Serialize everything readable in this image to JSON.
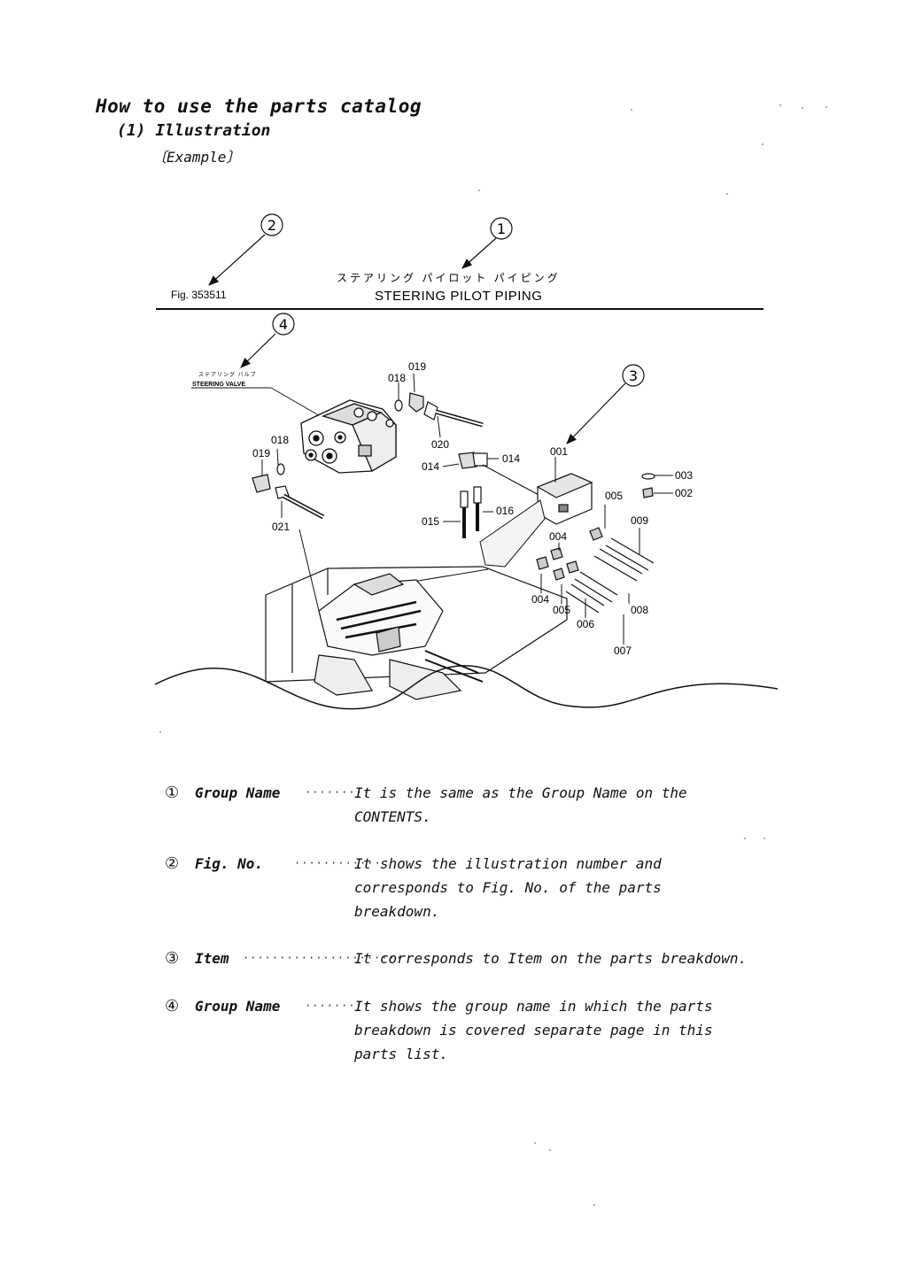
{
  "header": {
    "title": "How to use the parts catalog",
    "subtitle": "(1) Illustration",
    "example": "〔Example〕"
  },
  "figure": {
    "fig_no": "Fig. 353511",
    "group_name_ja": "ステアリング パイロット パイピング",
    "group_name_en": "STEERING PILOT PIPING",
    "sub_group_ja": "ステアリング バルブ",
    "sub_group_en": "STEERING VALVE",
    "callouts": [
      "1",
      "2",
      "3",
      "4"
    ],
    "part_numbers": [
      "001",
      "002",
      "003",
      "004",
      "004",
      "005",
      "005",
      "006",
      "007",
      "008",
      "009",
      "014",
      "014",
      "015",
      "016",
      "018",
      "018",
      "019",
      "019",
      "020",
      "021"
    ]
  },
  "descriptions": [
    {
      "marker": "①",
      "term": "Group Name",
      "dots": "·········",
      "lines": [
        "It is the same as the Group Name on the",
        "CONTENTS."
      ]
    },
    {
      "marker": "②",
      "term": "Fig. No.",
      "dots": "············",
      "lines": [
        "It shows the illustration number and",
        "corresponds to Fig. No. of the parts",
        "breakdown."
      ]
    },
    {
      "marker": "③",
      "term": "Item",
      "dots": "······················",
      "lines": [
        "It corresponds to Item on the parts breakdown."
      ]
    },
    {
      "marker": "④",
      "term": "Group Name",
      "dots": "·········",
      "lines": [
        "It shows the group name in which the parts",
        "breakdown is covered separate page in this",
        "parts list."
      ]
    }
  ]
}
